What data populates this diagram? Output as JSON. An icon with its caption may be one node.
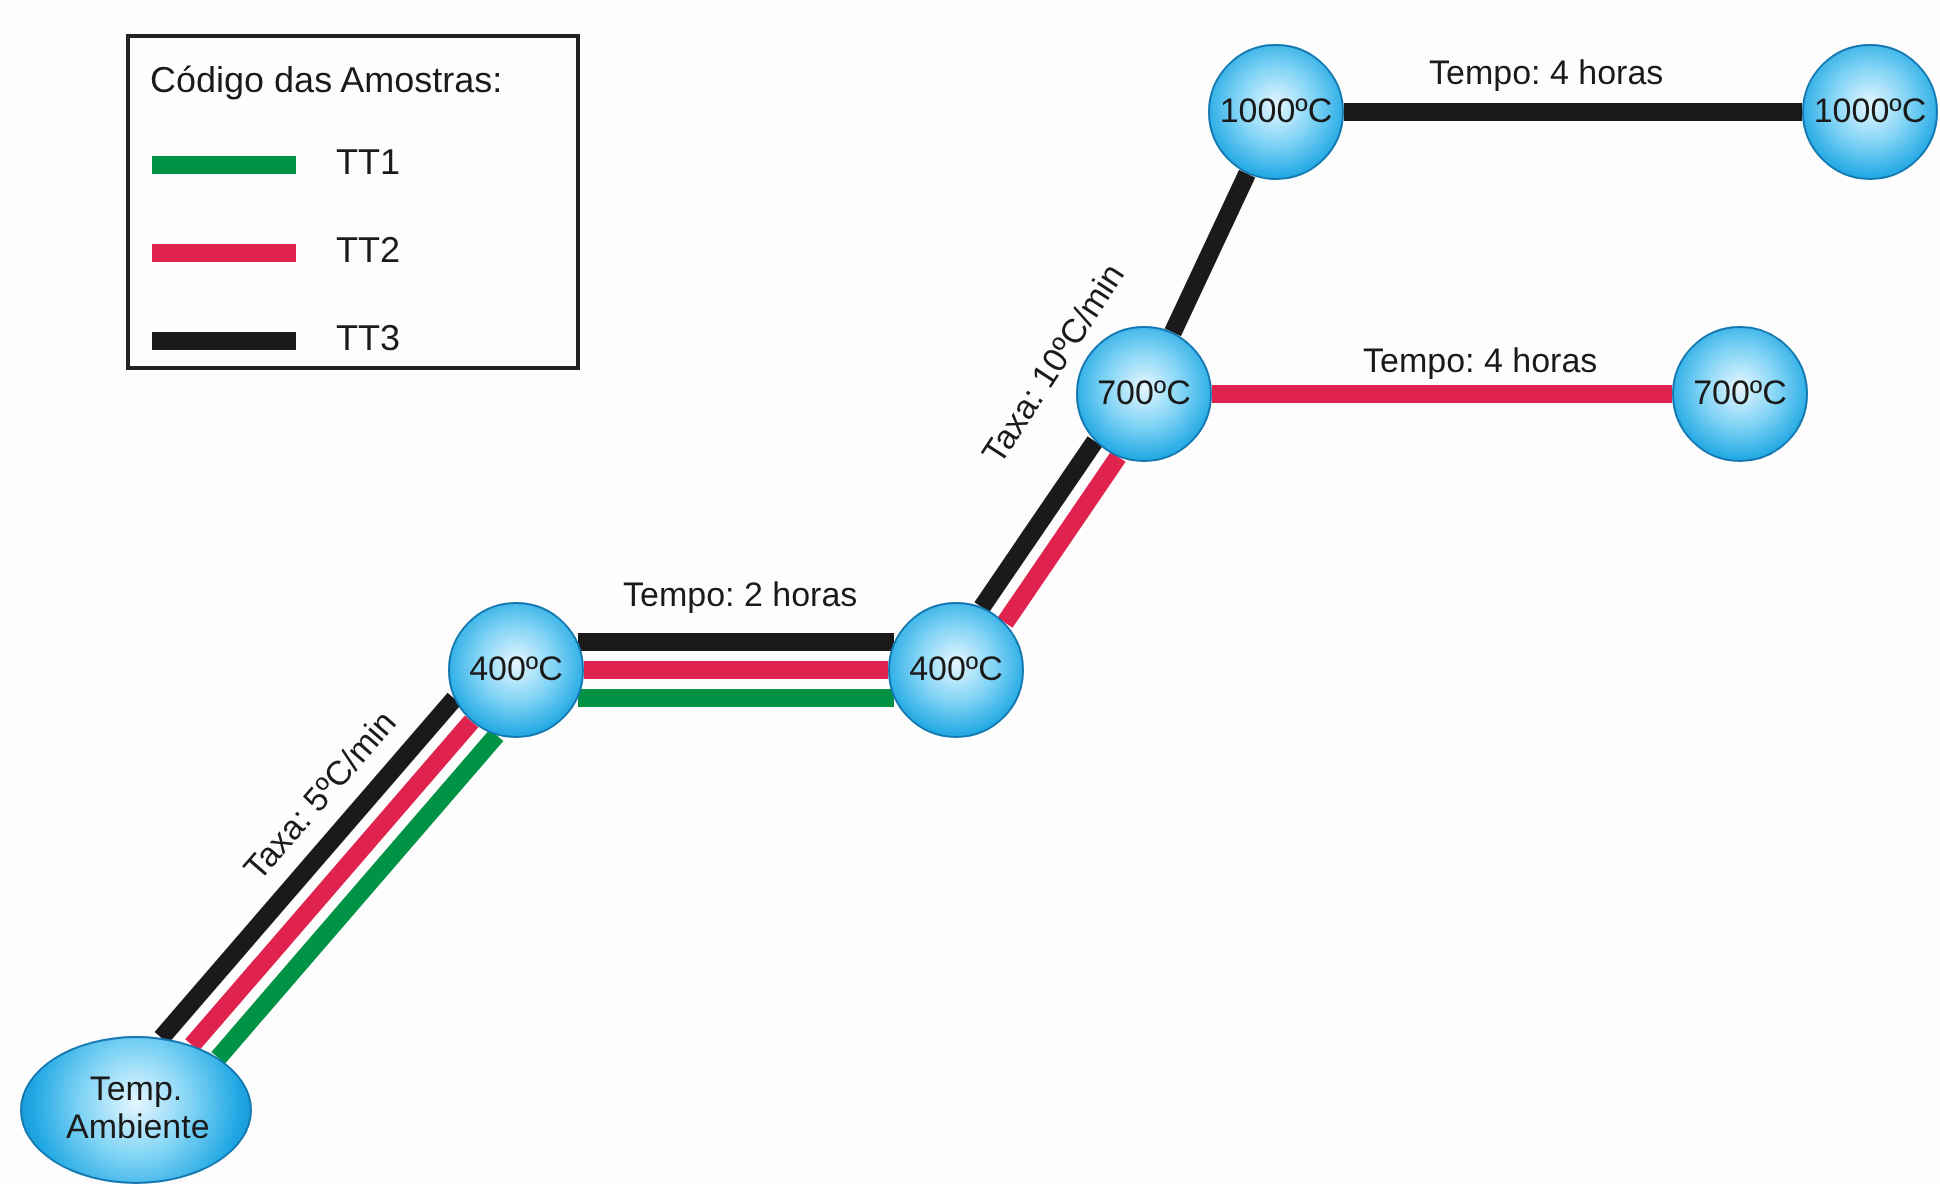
{
  "diagram": {
    "nodes": [
      {
        "text": [
          "Temp. Ambiente"
        ]
      },
      {
        "text": [
          "400ºC"
        ]
      },
      {
        "text": [
          "400ºC"
        ]
      },
      {
        "text": [
          "700ºC"
        ]
      },
      {
        "text": [
          "700ºC"
        ]
      },
      {
        "text": [
          "1000ºC"
        ]
      },
      {
        "text": [
          "1000ºC"
        ]
      }
    ],
    "edges": [
      {
        "from": 0,
        "to": 1,
        "arrow": "none",
        "color": "#009245"
      },
      {
        "from": 0,
        "to": 1,
        "arrow": "none",
        "color": "#e0224f"
      },
      {
        "from": 0,
        "to": 1,
        "arrow": "none",
        "label": "Taxa: 5ºC/min"
      },
      {
        "from": 1,
        "to": 2,
        "arrow": "none",
        "label": "Tempo: 2 horas"
      },
      {
        "from": 1,
        "to": 2,
        "arrow": "none",
        "color": "#e0224f"
      },
      {
        "from": 1,
        "to": 2,
        "arrow": "none",
        "color": "#009245"
      },
      {
        "from": 2,
        "to": 3,
        "arrow": "none",
        "label": "Taxa: 10ºC/min"
      },
      {
        "from": 2,
        "to": 3,
        "arrow": "none",
        "color": "#e0224f"
      },
      {
        "from": 3,
        "to": 4,
        "arrow": "none",
        "color": "#e0224f",
        "label": "Tempo: 4 horas"
      },
      {
        "from": 3,
        "to": 5,
        "arrow": "none"
      },
      {
        "from": 5,
        "to": 6,
        "arrow": "none",
        "label": "Tempo: 4 horas"
      }
    ],
    "labels": [
      "Código das Amostras:"
    ],
    "legend": [
      {
        "text": "TT1",
        "color": "#009245"
      },
      {
        "text": "TT2",
        "color": "#e0224f"
      },
      {
        "text": "TT3",
        "color": "#1a1a1a"
      }
    ]
  }
}
